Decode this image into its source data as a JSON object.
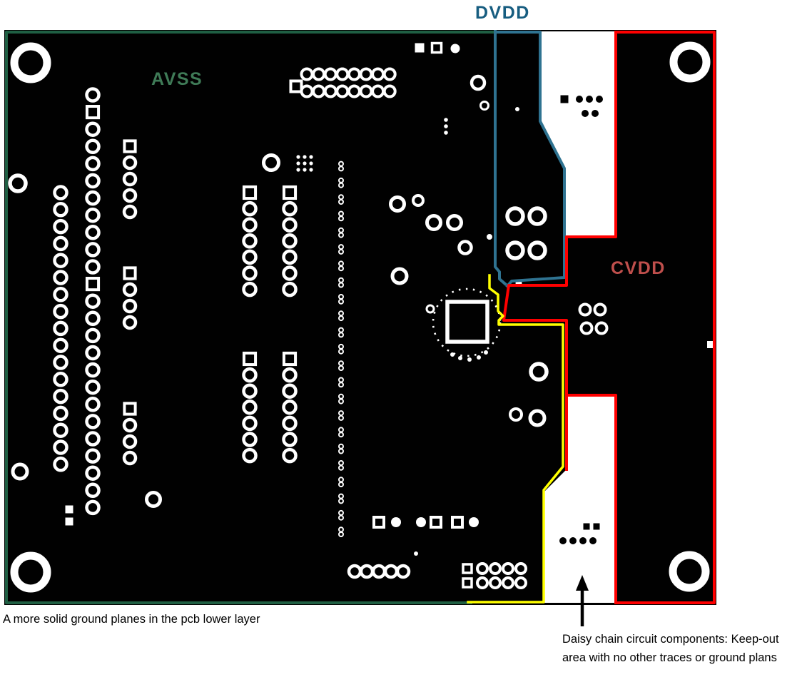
{
  "figure": {
    "labels": {
      "dvdd": "DVDD",
      "avss": "AVSS",
      "cvdd": "CVDD"
    },
    "colors": {
      "avss_outline": "#1f5f43",
      "avss_label": "#3f7b57",
      "dvdd_outline": "#2f7391",
      "dvdd_label": "#175d80",
      "cvdd_outline": "#ff0000",
      "cvdd_label": "#bf4f4c",
      "trace_yellow": "#ffff00",
      "board_black": "#010101",
      "pad_white": "#ffffff"
    },
    "caption": "A more solid ground planes in the pcb lower layer",
    "annotation": "Daisy chain circuit components: Keep-out area with no other traces or ground plans"
  }
}
